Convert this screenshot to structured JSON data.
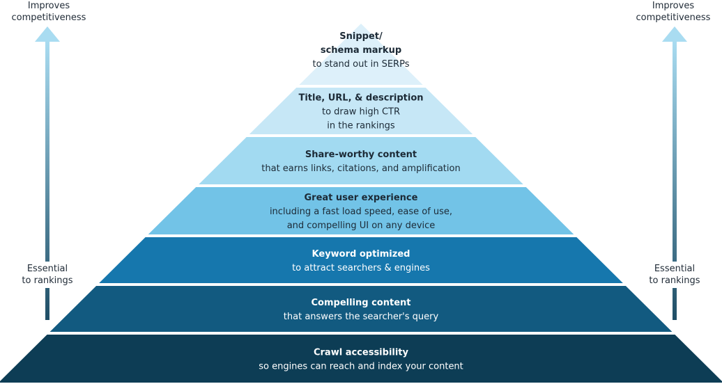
{
  "left_axis": {
    "top_label_line1": "Improves",
    "top_label_line2": "competitiveness",
    "bottom_label_line1": "Essential",
    "bottom_label_line2": "to rankings"
  },
  "right_axis": {
    "top_label_line1": "Improves",
    "top_label_line2": "competitiveness",
    "bottom_label_line1": "Essential",
    "bottom_label_line2": "to rankings"
  },
  "colors": {
    "arrow_top": "#a9dcf1",
    "arrow_bottom": "#1f4e66",
    "dark_text": "#1c2a36",
    "light_text": "#ffffff"
  },
  "tiers": [
    {
      "id": "snippet",
      "lines": [
        "Snippet/",
        "schema markup",
        "to stand out in SERPs"
      ],
      "bold_count": 2,
      "fill": "#ddf0fa",
      "text_color": "#1c2a36"
    },
    {
      "id": "title-url",
      "lines": [
        "Title, URL, & description",
        "to draw high CTR",
        "in the rankings"
      ],
      "bold_count": 1,
      "fill": "#c6e7f6",
      "text_color": "#1c2a36"
    },
    {
      "id": "share-worthy",
      "lines": [
        "Share-worthy content",
        "that earns links, citations, and amplification"
      ],
      "bold_count": 1,
      "fill": "#a2daf1",
      "text_color": "#1c2a36"
    },
    {
      "id": "user-experience",
      "lines": [
        "Great user experience",
        "including a fast load speed, ease of use,",
        "and compelling UI on any device"
      ],
      "bold_count": 1,
      "fill": "#72c3e7",
      "text_color": "#1c2a36"
    },
    {
      "id": "keyword",
      "lines": [
        "Keyword optimized",
        "to attract searchers & engines"
      ],
      "bold_count": 1,
      "fill": "#1677ad",
      "text_color": "#ffffff"
    },
    {
      "id": "compelling-content",
      "lines": [
        "Compelling content",
        "that answers the searcher's query"
      ],
      "bold_count": 1,
      "fill": "#125a80",
      "text_color": "#ffffff"
    },
    {
      "id": "crawl",
      "lines": [
        "Crawl accessibility",
        "so engines can reach and index your content"
      ],
      "bold_count": 1,
      "fill": "#0d3d55",
      "text_color": "#ffffff"
    }
  ]
}
